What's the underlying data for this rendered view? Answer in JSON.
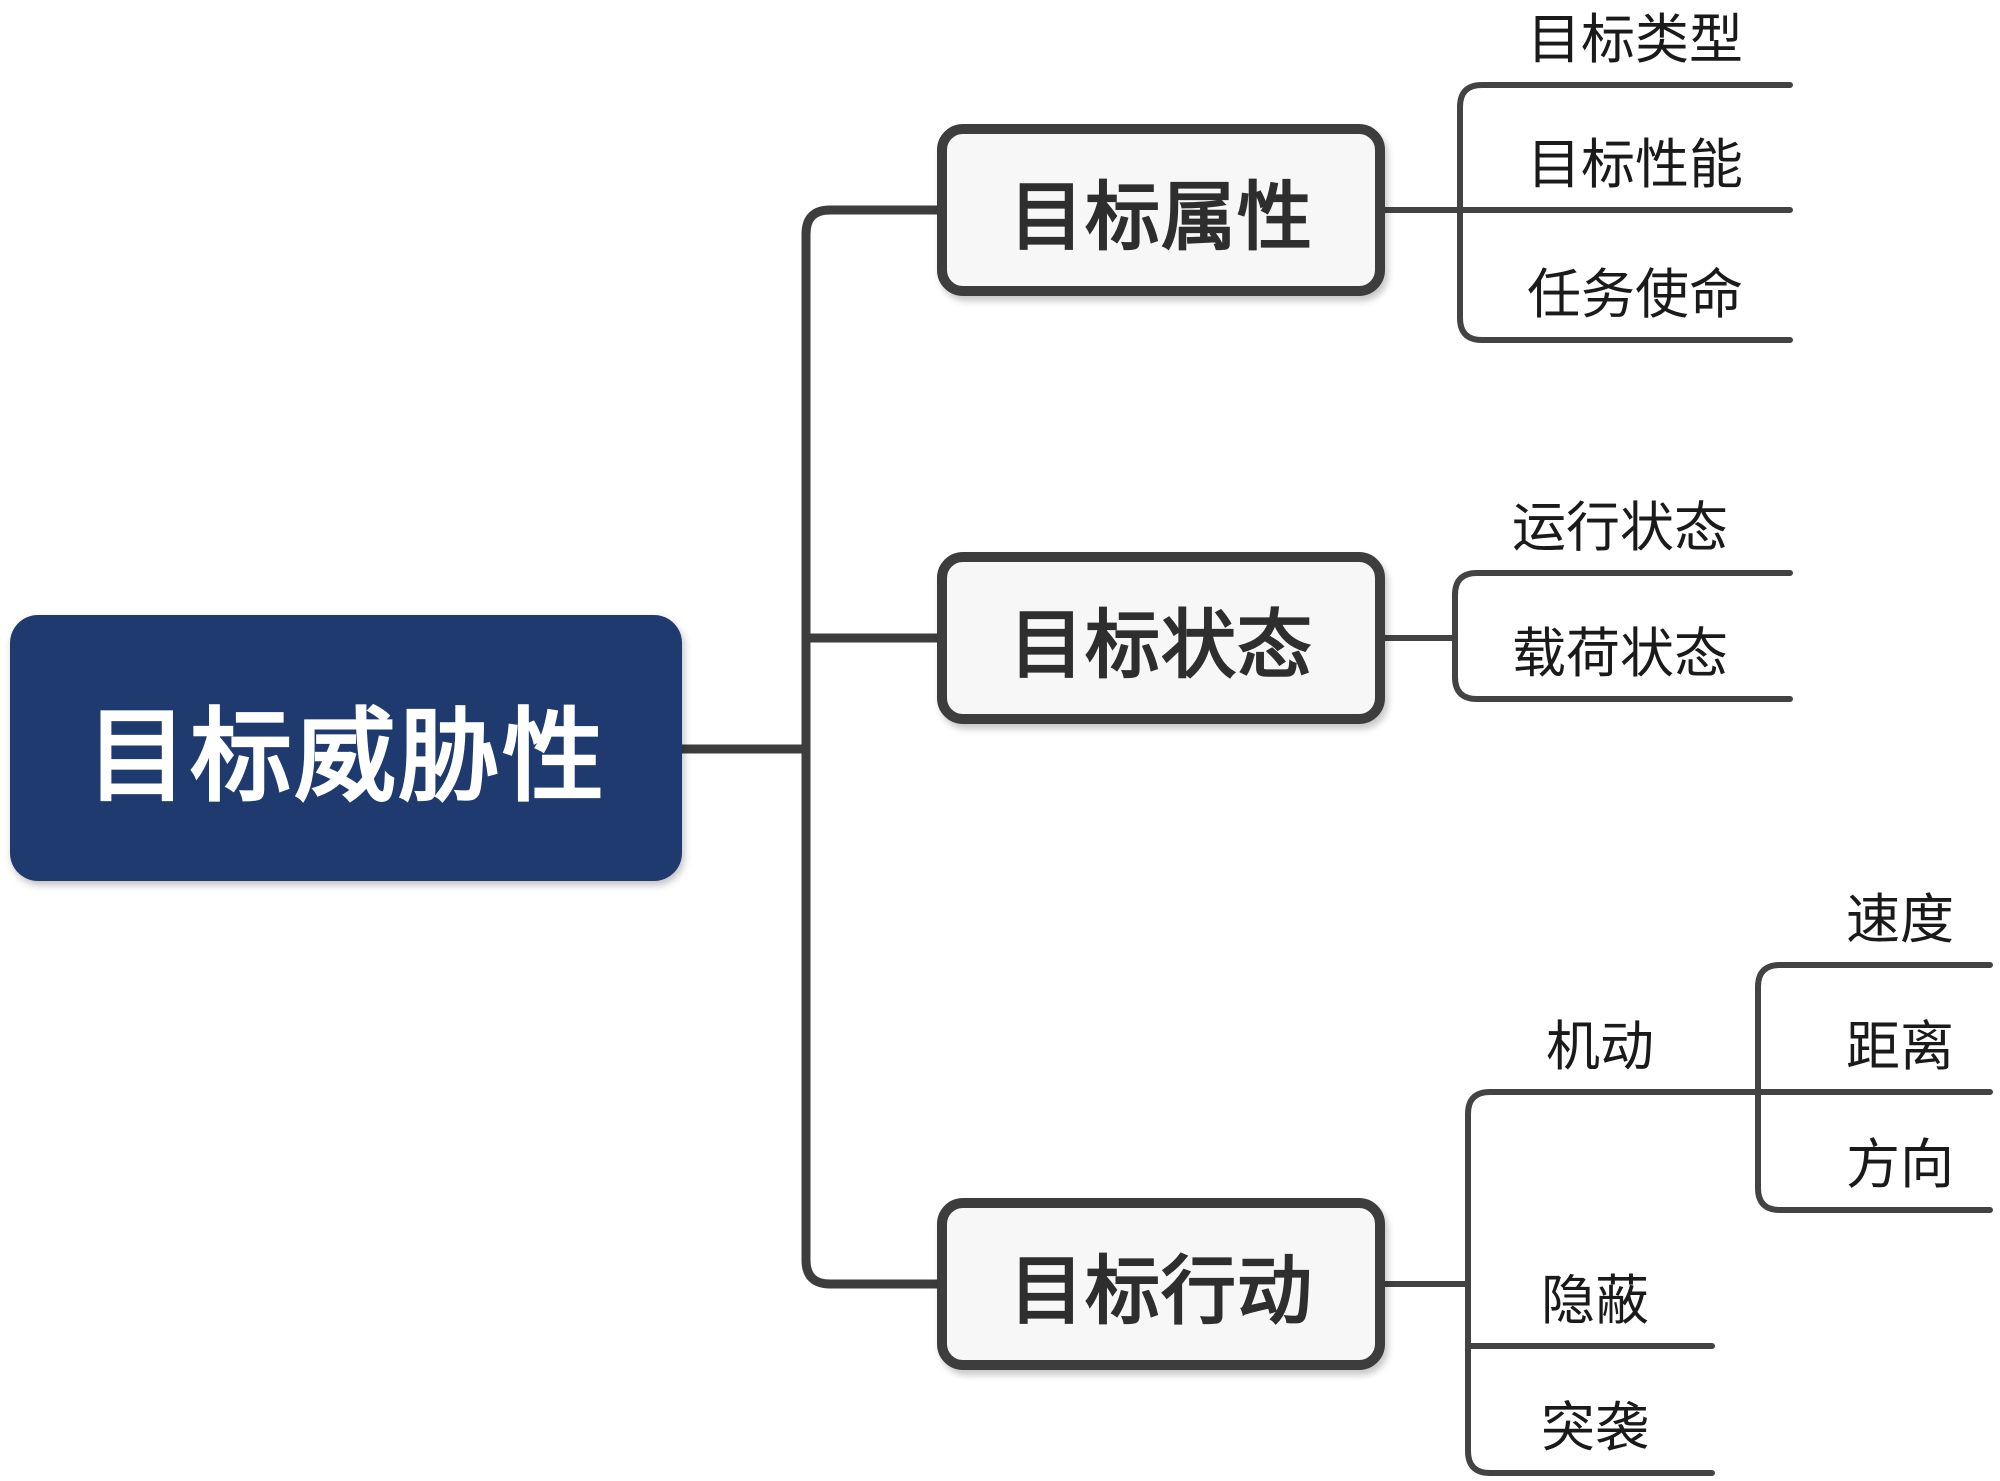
{
  "colors": {
    "background": "#ffffff",
    "root_fill": "#1f3a6e",
    "root_text": "#ffffff",
    "box_fill": "#f7f7f7",
    "box_border": "#3d3d3d",
    "box_text": "#2e2e2e",
    "connector": "#3d3d3d",
    "leaf_line": "#434343",
    "leaf_text": "#1a1a1a"
  },
  "mindmap": {
    "root": {
      "label": "目标威胁性"
    },
    "branches": [
      {
        "label": "目标属性",
        "children": [
          {
            "label": "目标类型"
          },
          {
            "label": "目标性能"
          },
          {
            "label": "任务使命"
          }
        ]
      },
      {
        "label": "目标状态",
        "children": [
          {
            "label": "运行状态"
          },
          {
            "label": "载荷状态"
          }
        ]
      },
      {
        "label": "目标行动",
        "children": [
          {
            "label": "机动",
            "children": [
              {
                "label": "速度"
              },
              {
                "label": "距离"
              },
              {
                "label": "方向"
              }
            ]
          },
          {
            "label": "隐蔽"
          },
          {
            "label": "突袭"
          }
        ]
      }
    ]
  }
}
